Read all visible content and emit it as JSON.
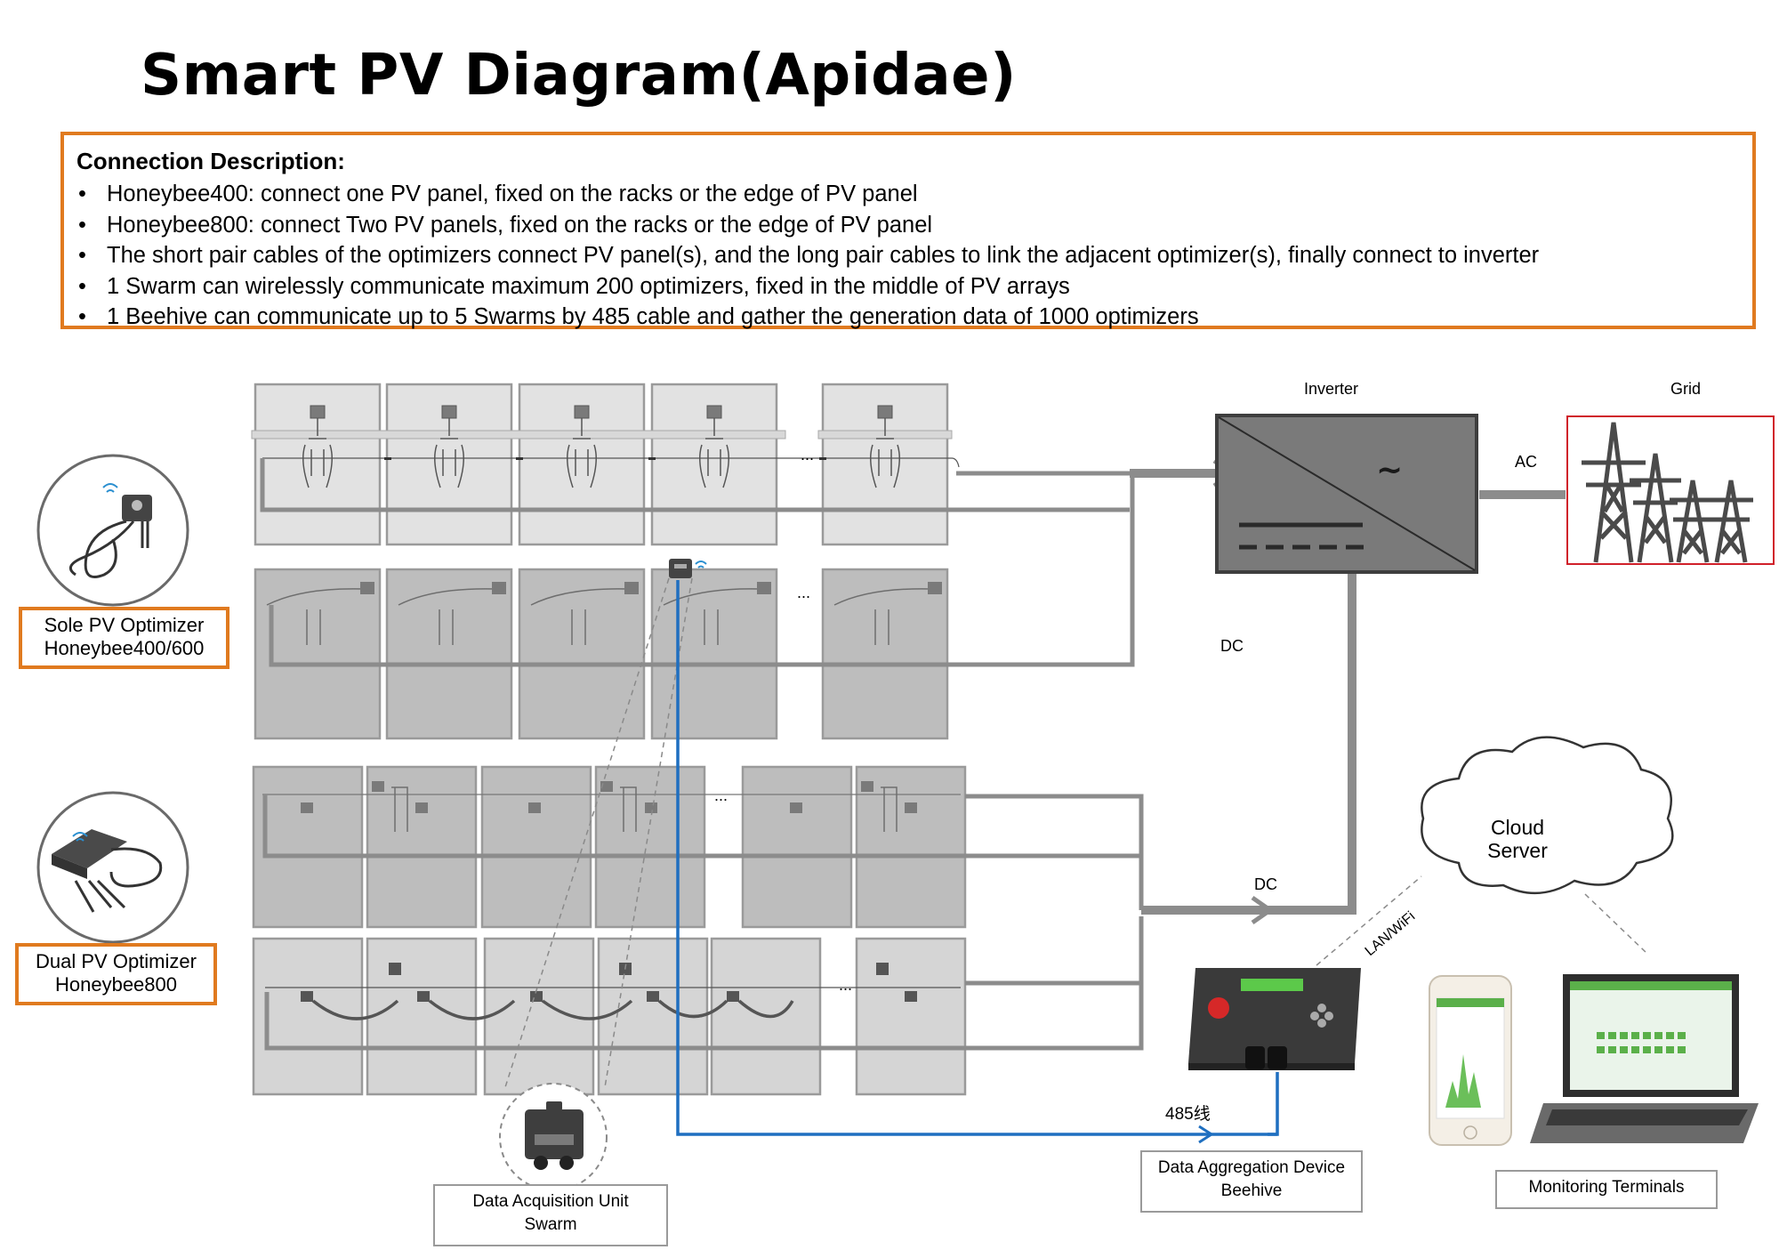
{
  "title": "Smart PV Diagram(Apidae)",
  "description": {
    "heading": "Connection Description:",
    "items": [
      "Honeybee400: connect one PV panel, fixed on the racks or the edge of PV panel",
      "Honeybee800: connect Two PV panels, fixed on the racks or the edge of PV panel",
      "The short pair cables of the optimizers connect PV panel(s), and the long pair cables to link the adjacent optimizer(s), finally connect to inverter",
      "1 Swarm can wirelessly communicate maximum 200 optimizers, fixed in the middle of PV arrays",
      "1 Beehive can communicate up to 5 Swarms by 485 cable and gather the generation data of 1000 optimizers"
    ]
  },
  "labels": {
    "inverter": "Inverter",
    "grid": "Grid",
    "ac": "AC",
    "dc_upper": "DC",
    "dc_lower": "DC",
    "ellipsis": "...",
    "cloud_line1": "Cloud",
    "cloud_line2": "Server",
    "lan_wifi": "LAN/WiFi",
    "cable_485": "485线",
    "inverter_symbol": "~"
  },
  "callouts": {
    "sole_line1": "Sole PV Optimizer",
    "sole_line2": "Honeybee400/600",
    "dual_line1": "Dual PV Optimizer",
    "dual_line2": "Honeybee800",
    "swarm_line1": "Data Acquisition Unit",
    "swarm_line2": "Swarm",
    "beehive_line1": "Data Aggregation Device",
    "beehive_line2": "Beehive",
    "monitoring": "Monitoring Terminals"
  },
  "colors": {
    "accent_orange": "#E07A1F",
    "rs485_blue": "#1F6FC0",
    "grid_red": "#D0202A",
    "cable_gray": "#8C8C8C",
    "panel_gray": "#BDBDBD"
  }
}
